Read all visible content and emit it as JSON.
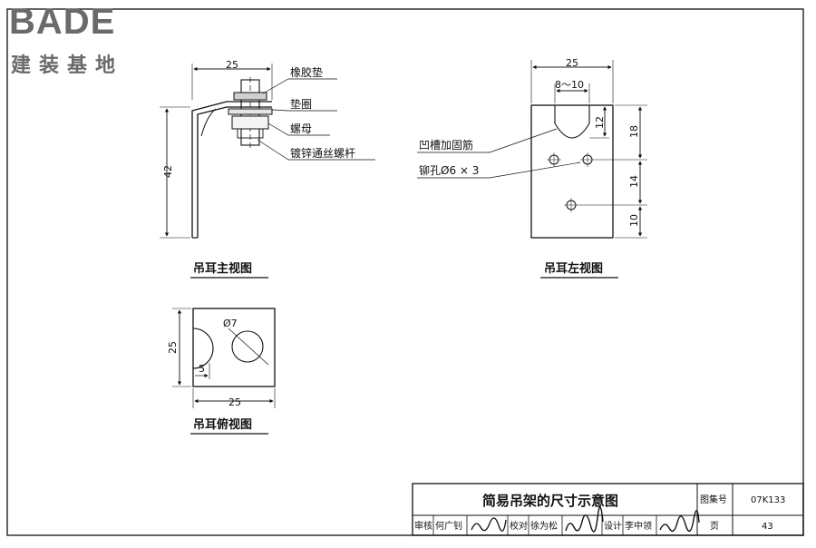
{
  "logo": {
    "word": "BADE",
    "subtitle": "建装基地"
  },
  "front_view": {
    "caption": "吊耳主视图",
    "dim_width": "25",
    "dim_height": "42",
    "callouts": [
      "橡胶垫",
      "垫圈",
      "螺母",
      "镀锌通丝螺杆"
    ]
  },
  "left_view": {
    "caption": "吊耳左视图",
    "dim_width": "25",
    "dim_slot": "8～10",
    "dim_slot_depth": "12",
    "dim_right": [
      "18",
      "14",
      "10"
    ],
    "callouts": [
      "凹槽加固筋",
      "铆孔Ø6 × 3"
    ]
  },
  "top_view": {
    "caption": "吊耳俯视图",
    "dim_width": "25",
    "dim_height": "25",
    "dim_offset": "5",
    "dim_hole": "Ø7"
  },
  "title_block": {
    "title": "简易吊架的尺寸示意图",
    "atlas_label": "图集号",
    "atlas_no": "07K133",
    "review_label": "审核",
    "reviewer": "何广钊",
    "reviewer_sig": "[handwritten signature]",
    "check_label": "校对",
    "checker": "徐为松",
    "checker_sig": "[handwritten signature]",
    "design_label": "设计",
    "designer": "李中领",
    "designer_sig": "[handwritten signature]",
    "page_label": "页",
    "page_no": "43"
  }
}
